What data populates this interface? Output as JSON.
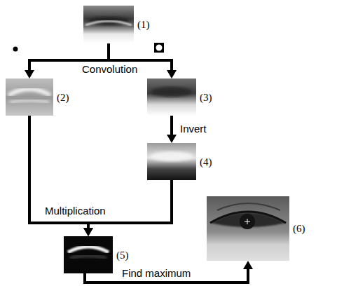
{
  "diagram": {
    "nodes": [
      {
        "text": [
          "(1)"
        ]
      },
      {
        "text": [
          "(2)"
        ]
      },
      {
        "text": [
          "(3)"
        ]
      },
      {
        "text": [
          "(4)"
        ]
      },
      {
        "text": [
          "(5)"
        ]
      },
      {
        "text": [
          "(6)"
        ]
      }
    ],
    "edges": [
      {
        "from": 0,
        "to": 1,
        "arrow": "to"
      },
      {
        "from": 0,
        "to": 2,
        "arrow": "to"
      },
      {
        "from": 2,
        "to": 3,
        "label": "Invert",
        "arrow": "to"
      },
      {
        "from": 1,
        "to": 4,
        "arrow": "to"
      },
      {
        "from": 3,
        "to": 4,
        "arrow": "to"
      },
      {
        "from": 4,
        "to": 5,
        "label": "Find maximum",
        "arrow": "to"
      }
    ],
    "labels": [
      "Convolution",
      "Multiplication"
    ]
  }
}
